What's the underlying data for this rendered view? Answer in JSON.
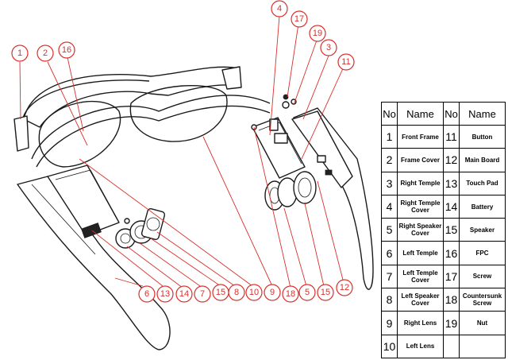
{
  "table": {
    "headers": [
      "No",
      "Name",
      "No",
      "Name"
    ],
    "rows": [
      {
        "no1": "1",
        "name1": "Front Frame",
        "no2": "11",
        "name2": "Button"
      },
      {
        "no1": "2",
        "name1": "Frame Cover",
        "no2": "12",
        "name2": "Main Board"
      },
      {
        "no1": "3",
        "name1": "Right Temple",
        "no2": "13",
        "name2": "Touch Pad"
      },
      {
        "no1": "4",
        "name1": "Right Temple Cover",
        "no2": "14",
        "name2": "Battery"
      },
      {
        "no1": "5",
        "name1": "Right Speaker Cover",
        "no2": "15",
        "name2": "Speaker"
      },
      {
        "no1": "6",
        "name1": "Left Temple",
        "no2": "16",
        "name2": "FPC"
      },
      {
        "no1": "7",
        "name1": "Left Temple Cover",
        "no2": "17",
        "name2": "Screw"
      },
      {
        "no1": "8",
        "name1": "Left Speaker Cover",
        "no2": "18",
        "name2": "Countersunk Screw"
      },
      {
        "no1": "9",
        "name1": "Right Lens",
        "no2": "19",
        "name2": "Nut"
      },
      {
        "no1": "10",
        "name1": "Left Lens",
        "no2": "",
        "name2": ""
      }
    ]
  },
  "callouts": [
    {
      "label": "1"
    },
    {
      "label": "2"
    },
    {
      "label": "16"
    },
    {
      "label": "4"
    },
    {
      "label": "17"
    },
    {
      "label": "19"
    },
    {
      "label": "3"
    },
    {
      "label": "11"
    },
    {
      "label": "6"
    },
    {
      "label": "13"
    },
    {
      "label": "14"
    },
    {
      "label": "7"
    },
    {
      "label": "15"
    },
    {
      "label": "8"
    },
    {
      "label": "10"
    },
    {
      "label": "9"
    },
    {
      "label": "18"
    },
    {
      "label": "5"
    },
    {
      "label": "15"
    },
    {
      "label": "12"
    }
  ],
  "colors": {
    "callout": "#d9302c",
    "line": "#1a1a1a"
  }
}
